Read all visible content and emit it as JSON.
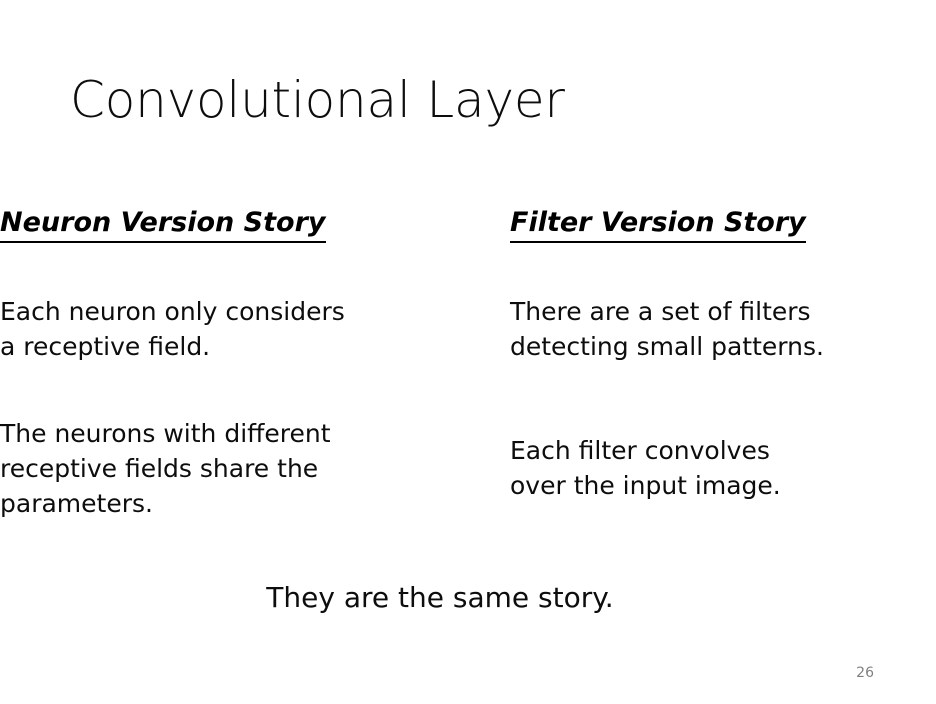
{
  "slide": {
    "title": "Convolutional Layer",
    "page_number": "26",
    "caption": "They are the same story.",
    "background_color": "#ffffff",
    "text_color": "#0d0d0d",
    "rule_color": "#000000",
    "page_number_color": "#808080"
  },
  "table": {
    "headers": [
      {
        "label": "Neuron Version Story"
      },
      {
        "label": "Filter Version Story"
      }
    ],
    "rows": [
      {
        "left": {
          "lines": [
            "Each neuron only considers",
            "a receptive field."
          ]
        },
        "right": {
          "lines": [
            "There are a set of filters",
            "detecting small patterns."
          ]
        }
      },
      {
        "left": {
          "lines": [
            "The neurons with different",
            "receptive fields share the",
            "parameters."
          ]
        },
        "right": {
          "lines": [
            "Each filter convolves",
            "over the input image."
          ]
        }
      }
    ]
  }
}
